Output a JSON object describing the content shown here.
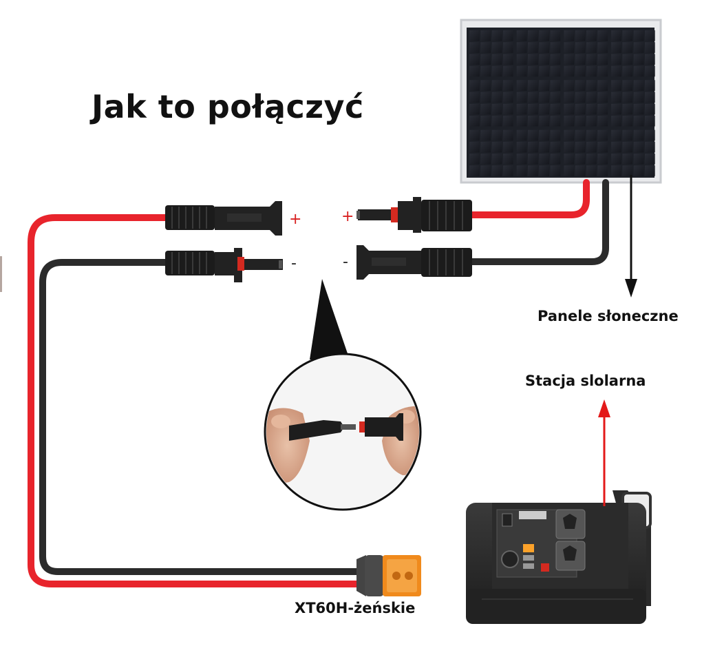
{
  "diagram": {
    "title": "Jak to połączyć",
    "labels": {
      "solar_panels": "Panele słoneczne",
      "power_station": "Stacja slolarna",
      "xt60_connector": "XT60H-żeńskie"
    },
    "polarity": {
      "plus_left": "+",
      "plus_right": "+",
      "minus_left": "-",
      "minus_right": "-"
    },
    "colors": {
      "positive_cable": "#e8242c",
      "negative_cable": "#2b2b2b",
      "pointer_arrow": "#111111",
      "station_arrow": "#e31919",
      "xt60_body": "#f08a1c"
    },
    "icons": {
      "panel": "solar-panel-icon",
      "station": "power-station-icon",
      "zoom": "connector-zoom-photo"
    }
  }
}
